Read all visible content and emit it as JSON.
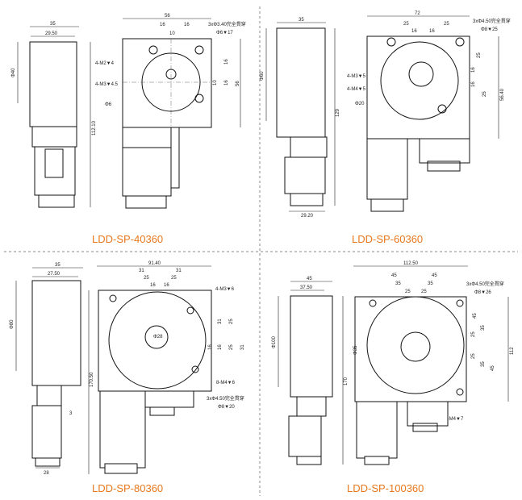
{
  "panels": [
    {
      "title": "LDD-SP-40360",
      "side": {
        "top_width": "35",
        "inner_width": "29.50",
        "diameter": "Φ40",
        "height": "112.10"
      },
      "front": {
        "top_width": "56",
        "pitch_a": "16",
        "pitch_b": "16",
        "center_pitch": "10",
        "right_a": "16",
        "right_b": "10",
        "right_c": "16",
        "height": "56",
        "hole_note_1": "3xΦ3.40完全貫穿",
        "hole_note_2": "Φ6▼17",
        "label_a": "4-M2▼4",
        "label_b": "4-M3▼4.5",
        "label_c": "Φ6"
      }
    },
    {
      "title": "LDD-SP-60360",
      "side": {
        "top_width": "35",
        "diameter": "Φ60",
        "height": "129",
        "bottom_width": "29.20"
      },
      "front": {
        "top_width": "72",
        "pitch_a": "25",
        "pitch_b": "25",
        "inner_a": "16",
        "inner_b": "16",
        "right_a": "25",
        "right_b": "16",
        "right_c": "16",
        "right_d": "25",
        "height": "56.40",
        "hole_note_1": "3xΦ4.50完全貫穿",
        "hole_note_2": "Φ8▼25",
        "label_a": "4-M3▼5",
        "label_b": "4-M4▼5",
        "label_c": "Φ20"
      }
    },
    {
      "title": "LDD-SP-80360",
      "side": {
        "top_width": "35",
        "inner_width": "27.50",
        "diameter": "Φ80",
        "step": "3",
        "bottom_width": "28"
      },
      "front": {
        "top_width": "91.40",
        "pitch_a": "31",
        "pitch_b": "31",
        "inner_a": "25",
        "inner_b": "25",
        "inner_c": "16",
        "inner_d": "16",
        "right_a": "31",
        "right_b": "25",
        "right_c": "16",
        "right_d": "16",
        "right_e": "25",
        "right_f": "31",
        "height": "170.50",
        "center_dia": "Φ28",
        "hole_note_1": "3xΦ4.50完全貫穿",
        "hole_note_2": "Φ8▼20",
        "label_a": "4-M3▼6",
        "label_b": "8-M4▼6"
      }
    },
    {
      "title": "LDD-SP-100360",
      "side": {
        "top_width": "45",
        "inner_width": "37.50",
        "diameter": "Φ100",
        "height": "170"
      },
      "front": {
        "top_width": "112.50",
        "pitch_a": "45",
        "pitch_b": "45",
        "inner_a": "35",
        "inner_b": "35",
        "inner_c": "25",
        "inner_d": "25",
        "right_a": "45",
        "right_b": "35",
        "right_c": "25",
        "right_d": "25",
        "right_e": "35",
        "right_f": "45",
        "height": "112",
        "center_dia": "Φ35",
        "hole_note_1": "3xΦ4.50完全貫穿",
        "hole_note_2": "Φ8▼26",
        "label_a": "16-M4▼7"
      }
    }
  ]
}
